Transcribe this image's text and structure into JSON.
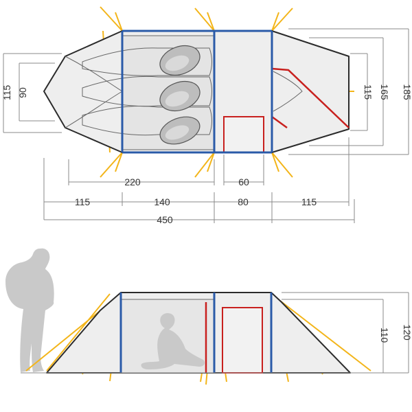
{
  "top_view": {
    "dimensions": {
      "left_height_outer": "115",
      "left_height_inner": "90",
      "right_height_inner": "115",
      "right_height_mid": "165",
      "right_height_outer": "185",
      "inner_sleeping_length": "220",
      "door_width": "60",
      "segment_1": "115",
      "segment_2": "140",
      "segment_3": "80",
      "segment_4": "115",
      "total_length": "450"
    }
  },
  "side_view": {
    "dimensions": {
      "inner_height": "110",
      "outer_height": "120"
    }
  },
  "colors": {
    "outline": "#2b2b2b",
    "tent_fill": "#eeeeee",
    "pole_blue": "#2a5aa8",
    "pole_red": "#c8201e",
    "guy_lines": "#f3b51a",
    "silhouette": "#c9c9c9"
  }
}
